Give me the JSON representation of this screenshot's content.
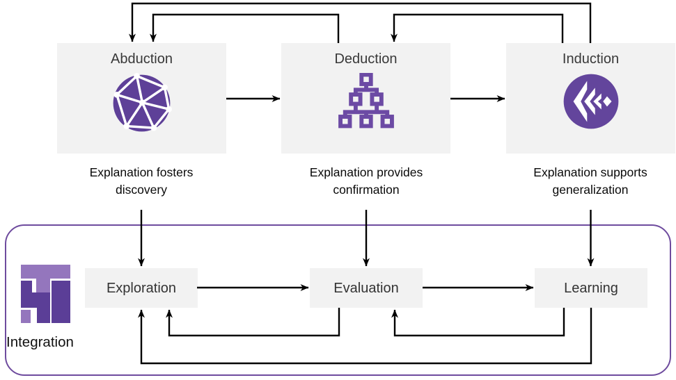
{
  "palette": {
    "node_fill": "#f2f2f2",
    "accent_purple_dark": "#5b3e97",
    "accent_purple": "#6c4aa4",
    "accent_purple_light": "#9476bd",
    "frame_border": "#6e4b9e",
    "arrow_color": "#000000",
    "label_text": "#383838",
    "caption_text": "#0a0a0a"
  },
  "diagram": {
    "top_nodes": [
      {
        "label": "Abduction",
        "icon": "network-globe-icon",
        "caption": [
          "Explanation fosters",
          "discovery"
        ]
      },
      {
        "label": "Deduction",
        "icon": "tree-hierarchy-icon",
        "caption": [
          "Explanation provides",
          "confirmation"
        ]
      },
      {
        "label": "Induction",
        "icon": "layered-chevrons-icon",
        "caption": [
          "Explanation supports",
          "generalization"
        ]
      }
    ],
    "integration": {
      "label": "Integration",
      "icon": "integration-logo-icon",
      "nodes": [
        {
          "label": "Exploration"
        },
        {
          "label": "Evaluation"
        },
        {
          "label": "Learning"
        }
      ]
    }
  }
}
